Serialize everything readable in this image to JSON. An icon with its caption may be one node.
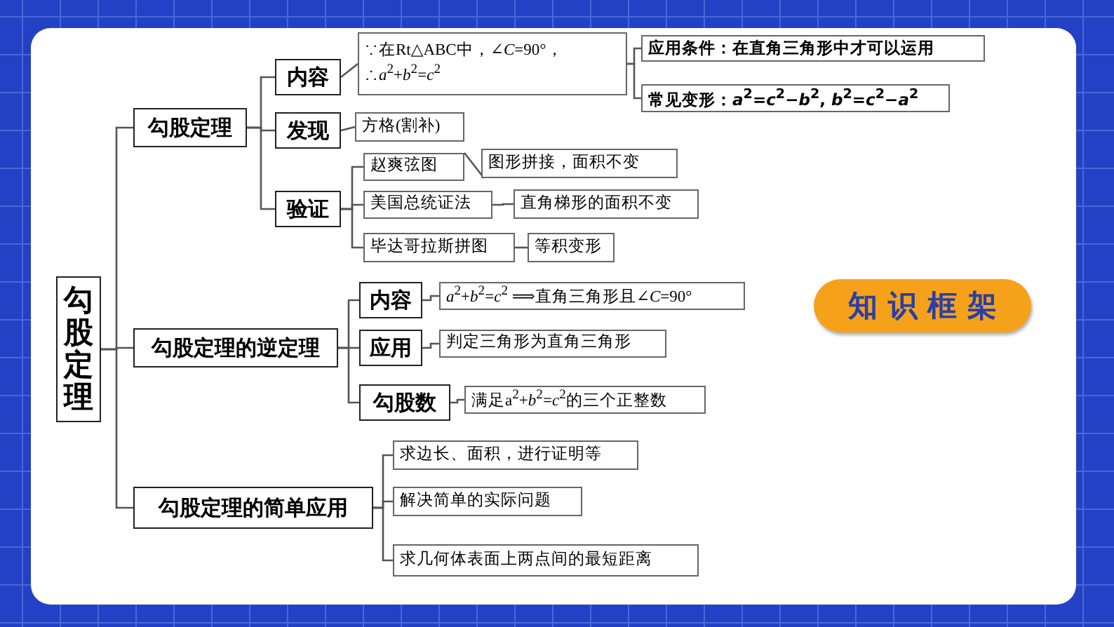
{
  "diagram": {
    "nodes": [
      {
        "text": [
          "勾股定理"
        ]
      },
      {
        "text": [
          "勾股定理"
        ]
      },
      {
        "text": [
          "内容"
        ]
      },
      {
        "text": [
          "∵在Rt△ABC中，∠*C*=90°，∴*a*$^{2}$+*b*$^{2}$=*c*$^{2}$"
        ]
      },
      {
        "text": [
          "应用条件：在直角三角形中才可以运用"
        ]
      },
      {
        "text": [
          "常见变形：*a*$^{2}$=*c*$^{2}$−*b*$^{2}$, *b*$^{2}$=*c*$^{2}$−*a*$^{2}$"
        ]
      },
      {
        "text": [
          "发现"
        ]
      },
      {
        "text": [
          "方格(割补)"
        ]
      },
      {
        "text": [
          "验证"
        ]
      },
      {
        "text": [
          "赵爽弦图"
        ]
      },
      {
        "text": [
          "图形拼接，面积不变"
        ]
      },
      {
        "text": [
          "美国总统证法"
        ]
      },
      {
        "text": [
          "直角梯形的面积不变"
        ]
      },
      {
        "text": [
          "毕达哥拉斯拼图"
        ]
      },
      {
        "text": [
          "等积变形"
        ]
      },
      {
        "text": [
          "勾股定理的逆定理"
        ]
      },
      {
        "text": [
          "内容"
        ]
      },
      {
        "text": [
          "*a*$^{2}$+*b*$^{2}$=*c*$^{2}$ ⟹直角三角形且∠*C*=90°"
        ]
      },
      {
        "text": [
          "应用"
        ]
      },
      {
        "text": [
          "判定三角形为直角三角形"
        ]
      },
      {
        "text": [
          "勾股数"
        ]
      },
      {
        "text": [
          "满足a$^{2}$+*b*$^{2}$=*c*$^{2}$的三个正整数"
        ]
      },
      {
        "text": [
          "勾股定理的简单应用"
        ]
      },
      {
        "text": [
          "求边长、面积，进行证明等"
        ]
      },
      {
        "text": [
          "解决简单的实际问题"
        ]
      },
      {
        "text": [
          "求几何体表面上两点间的最短距离"
        ]
      },
      {
        "text": [
          "知 识 框 架"
        ]
      }
    ],
    "edges": [
      {
        "from": 0,
        "to": 1,
        "arrow": "none"
      },
      {
        "from": 0,
        "to": 15,
        "arrow": "none"
      },
      {
        "from": 0,
        "to": 22,
        "arrow": "none"
      },
      {
        "from": 1,
        "to": 2,
        "arrow": "none"
      },
      {
        "from": 1,
        "to": 6,
        "arrow": "none"
      },
      {
        "from": 1,
        "to": 8,
        "arrow": "none"
      },
      {
        "from": 2,
        "to": 3,
        "arrow": "none"
      },
      {
        "from": 3,
        "to": 4,
        "arrow": "none"
      },
      {
        "from": 3,
        "to": 5,
        "arrow": "none"
      },
      {
        "from": 6,
        "to": 7,
        "arrow": "none"
      },
      {
        "from": 8,
        "to": 9,
        "arrow": "none"
      },
      {
        "from": 8,
        "to": 11,
        "arrow": "none"
      },
      {
        "from": 8,
        "to": 13,
        "arrow": "none"
      },
      {
        "from": 9,
        "to": 10,
        "arrow": "none"
      },
      {
        "from": 11,
        "to": 12,
        "arrow": "none"
      },
      {
        "from": 13,
        "to": 14,
        "arrow": "none"
      },
      {
        "from": 15,
        "to": 16,
        "arrow": "none"
      },
      {
        "from": 15,
        "to": 18,
        "arrow": "none"
      },
      {
        "from": 15,
        "to": 20,
        "arrow": "none"
      },
      {
        "from": 16,
        "to": 17,
        "arrow": "none"
      },
      {
        "from": 18,
        "to": 19,
        "arrow": "none"
      },
      {
        "from": 20,
        "to": 21,
        "arrow": "none"
      },
      {
        "from": 22,
        "to": 23,
        "arrow": "none"
      },
      {
        "from": 22,
        "to": 24,
        "arrow": "none"
      },
      {
        "from": 22,
        "to": 25,
        "arrow": "none"
      }
    ]
  }
}
